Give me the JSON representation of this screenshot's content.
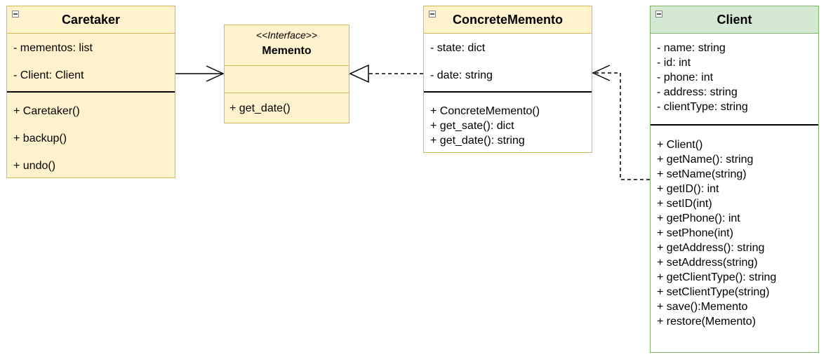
{
  "classes": {
    "caretaker": {
      "name": "Caretaker",
      "attributes": [
        "- mementos: list",
        "- Client: Client"
      ],
      "methods": [
        "+ Caretaker()",
        "+ backup()",
        "+ undo()"
      ]
    },
    "memento": {
      "stereotype": "<<Interface>>",
      "name": "Memento",
      "methods": [
        "+ get_date()"
      ]
    },
    "concrete_memento": {
      "name": "ConcreteMemento",
      "attributes": [
        "- state: dict",
        "- date: string"
      ],
      "methods": [
        "+ ConcreteMemento()",
        "+ get_sate(): dict",
        "+ get_date(): string"
      ]
    },
    "client": {
      "name": "Client",
      "attributes": [
        "- name: string",
        "- id: int",
        "- phone: int",
        "- address: string",
        "- clientType: string"
      ],
      "methods": [
        "+ Client()",
        "+ getName(): string",
        "+ setName(string)",
        "+ getID(): int",
        "+ setID(int)",
        "+ getPhone(): int",
        "+ setPhone(int)",
        "+ getAddress(): string",
        "+ setAddress(string)",
        "+ getClientType(): string",
        "+ setClientType(string)",
        "+ save():Memento",
        "+ restore(Memento)"
      ]
    }
  },
  "relations": [
    {
      "from": "caretaker",
      "to": "memento",
      "type": "association"
    },
    {
      "from": "concrete_memento",
      "to": "memento",
      "type": "realization"
    },
    {
      "from": "client",
      "to": "concrete_memento",
      "type": "dependency"
    }
  ],
  "colors": {
    "yellow_fill": "#fff2cc",
    "yellow_stroke": "#d6b656",
    "green_fill": "#d5e8d4",
    "green_stroke": "#82b366"
  }
}
